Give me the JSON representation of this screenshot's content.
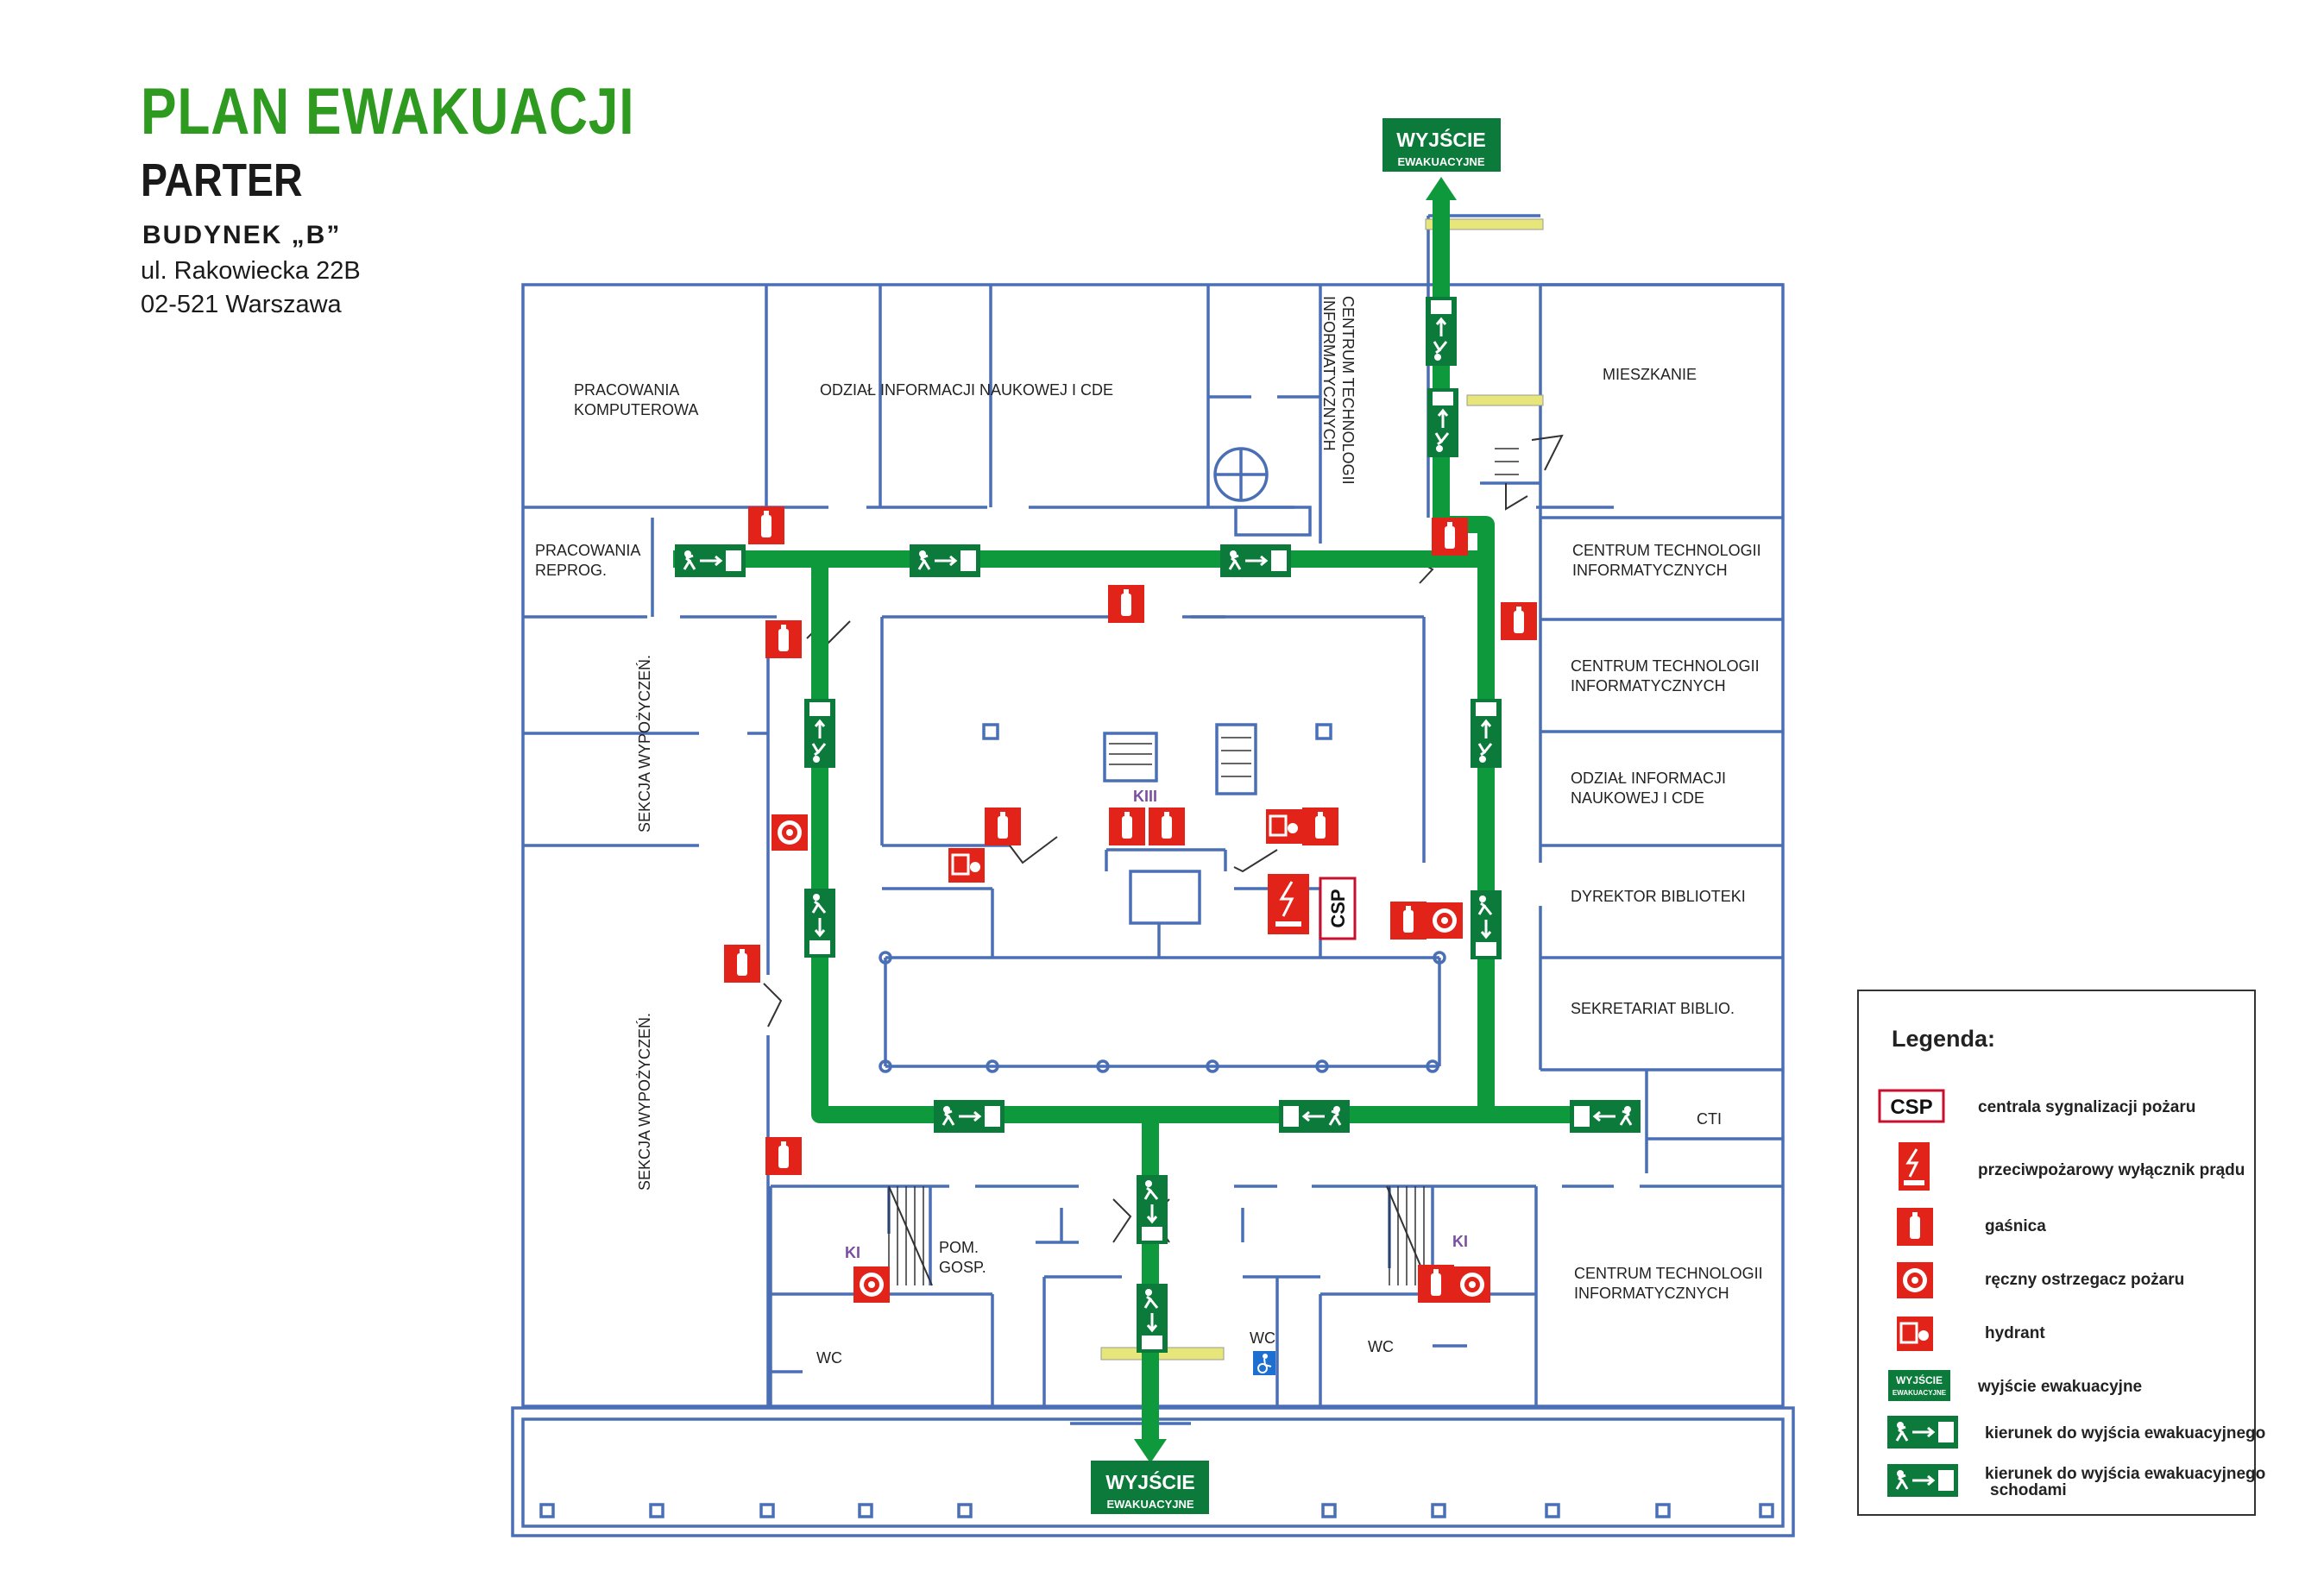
{
  "header": {
    "title": "PLAN EWAKUACJI",
    "floor": "PARTER",
    "building": "BUDYNEK „B”",
    "street": "ul. Rakowiecka 22B",
    "city": "02-521 Warszawa"
  },
  "exit_sign": {
    "line1": "WYJŚCIE",
    "line2": "EWAKUACYJNE"
  },
  "rooms": {
    "pracownia_komp": [
      "PRACOWANIA",
      "KOMPUTEROWA"
    ],
    "odzial_top": "ODZIAŁ INFORMACJI NAUKOWEJ I CDE",
    "centrum_vert": [
      "CENTRUM TECHNOLOGII",
      "INFORMATYCZNYCH"
    ],
    "mieszkanie": "MIESZKANIE",
    "reprog": [
      "PRACOWANIA",
      "REPROG."
    ],
    "sekcja1": "SEKCJA  WYPOŻYCZEŃ.",
    "sekcja2": "SEKCJA  WYPOŻYCZEŃ.",
    "centrum1": [
      "CENTRUM TECHNOLOGII",
      "INFORMATYCZNYCH"
    ],
    "centrum2": [
      "CENTRUM TECHNOLOGII",
      "INFORMATYCZNYCH"
    ],
    "odzial_right": [
      "ODZIAŁ INFORMACJI",
      "NAUKOWEJ I CDE"
    ],
    "dyrektor": "DYREKTOR BIBLIOTEKI",
    "sekretariat": "SEKRETARIAT  BIBLIO.",
    "cti": "CTI",
    "centrum3": [
      "CENTRUM TECHNOLOGII",
      "INFORMATYCZNYCH"
    ],
    "pom_gosp": [
      "POM.",
      "GOSP."
    ],
    "wc": "WC",
    "ki": "KI",
    "kiii": "KIII",
    "csp": "CSP"
  },
  "legend": {
    "title": "Legenda:",
    "items": [
      "centrala sygnalizacji pożaru",
      "przeciwpożarowy wyłącznik prądu",
      "gaśnica",
      "ręczny ostrzegacz pożaru",
      "hydrant",
      "wyjście ewakuacyjne",
      "kierunek do wyjścia ewakuacyjnego",
      "kierunek do wyjścia ewakuacyjnego",
      "schodami"
    ]
  },
  "colors": {
    "wall": "#4a6fb5",
    "route": "#0e9a3c",
    "fire": "#e2231a",
    "exit": "#0b7a3a",
    "title": "#2e9a1f",
    "ki_label": "#7a4fa0"
  }
}
